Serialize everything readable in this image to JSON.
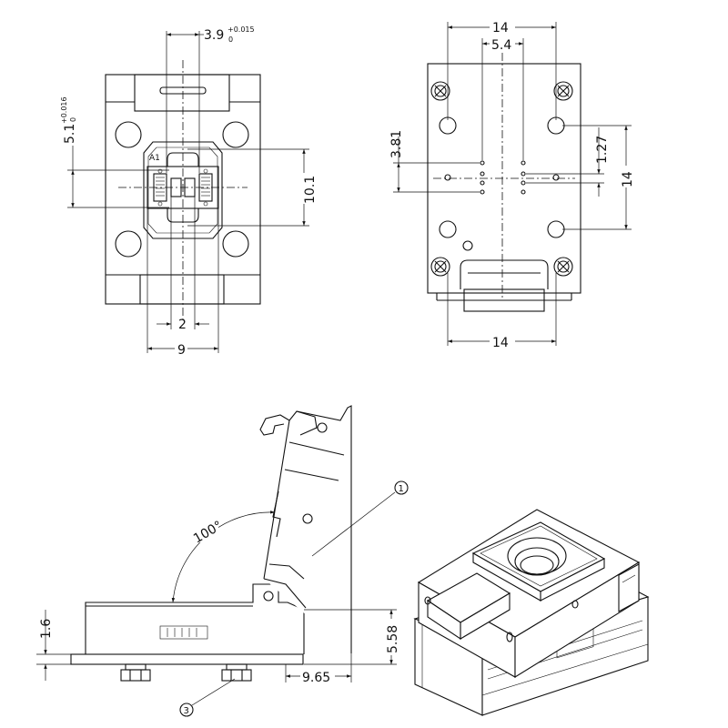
{
  "front_view": {
    "dim_top": "3.9",
    "dim_top_tol_upper": "+0.015",
    "dim_top_tol_lower": "0",
    "dim_left": "5.1",
    "dim_left_tol_upper": "+0.016",
    "dim_left_tol_lower": "0",
    "dim_right": "10.1",
    "dim_bottom_inner": "2",
    "dim_bottom_outer": "9",
    "pin1_label": "A1"
  },
  "bottom_view": {
    "dim_top_outer": "14",
    "dim_top_inner": "5.4",
    "dim_left": "3.81",
    "dim_right_inner": "1.27",
    "dim_right_outer": "14",
    "dim_bottom": "14"
  },
  "side_view": {
    "dim_angle": "100°",
    "dim_left_height": "1.6",
    "dim_right_height": "5.58",
    "dim_offset": "9.65",
    "callout_1": "1",
    "callout_3": "3"
  }
}
